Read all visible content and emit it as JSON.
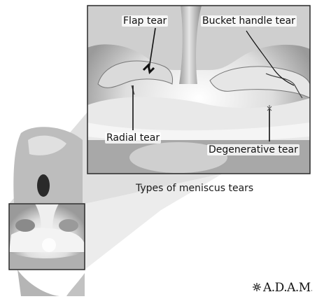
{
  "labels": {
    "flap_tear": "Flap tear",
    "bucket_handle_tear": "Bucket handle tear",
    "radial_tear": "Radial tear",
    "degenerative_tear": "Degenerative tear"
  },
  "caption": "Types of meniscus tears",
  "logo": {
    "text": "A.D.A.M.",
    "icon": "adam-star-icon"
  },
  "colors": {
    "ink": "#111111",
    "frame": "#2a2a2a"
  }
}
